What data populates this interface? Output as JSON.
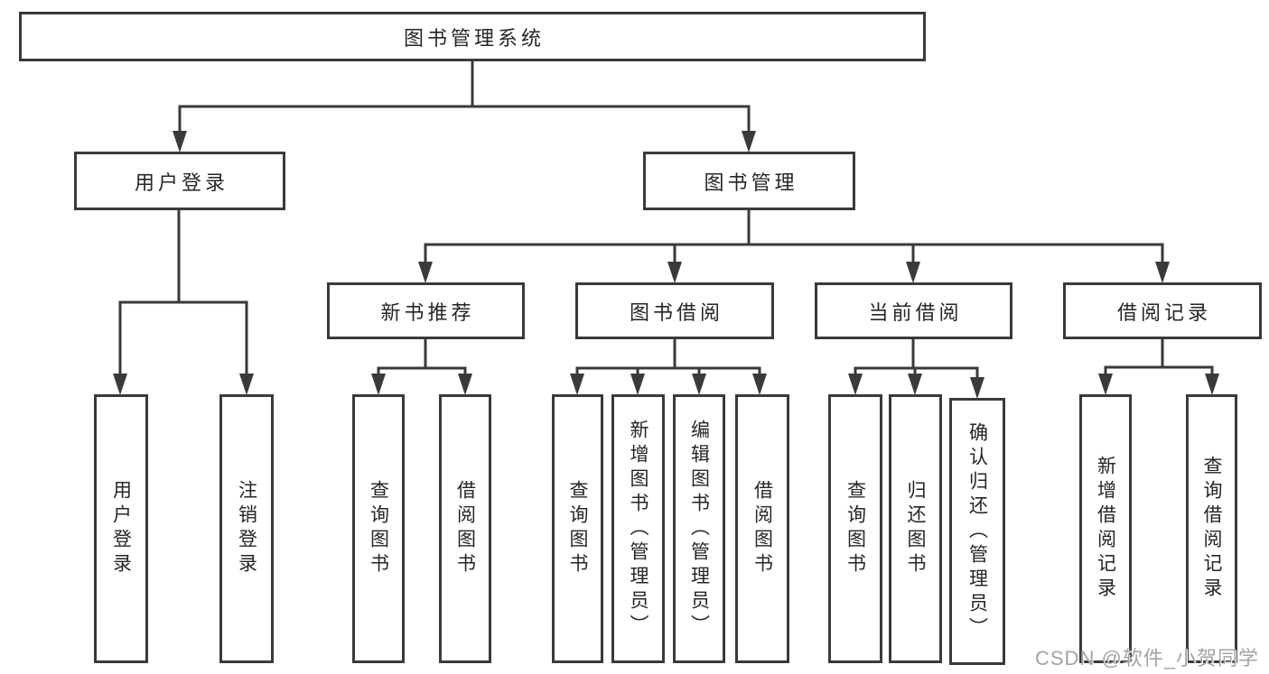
{
  "diagram_title": "图书管理系统",
  "tree": {
    "label": "图书管理系统",
    "children": [
      {
        "label": "用户登录",
        "children": [
          {
            "label": "用户登录"
          },
          {
            "label": "注销登录"
          }
        ]
      },
      {
        "label": "图书管理",
        "children": [
          {
            "label": "新书推荐",
            "children": [
              {
                "label": "查询图书"
              },
              {
                "label": "借阅图书"
              }
            ]
          },
          {
            "label": "图书借阅",
            "children": [
              {
                "label": "查询图书"
              },
              {
                "label": "新增图书（管理员）"
              },
              {
                "label": "编辑图书（管理员）"
              },
              {
                "label": "借阅图书"
              }
            ]
          },
          {
            "label": "当前借阅",
            "children": [
              {
                "label": "查询图书"
              },
              {
                "label": "归还图书"
              },
              {
                "label": "确认归还（管理员）"
              }
            ]
          },
          {
            "label": "借阅记录",
            "children": [
              {
                "label": "新增借阅记录"
              },
              {
                "label": "查询借阅记录"
              }
            ]
          }
        ]
      }
    ]
  },
  "watermark": "CSDN @软件_小贺同学",
  "colors": {
    "line": "#3a3a3a",
    "box_border": "#3a3a3a",
    "text": "#262626",
    "background": "#ffffff",
    "watermark": "#a3a3a3"
  }
}
